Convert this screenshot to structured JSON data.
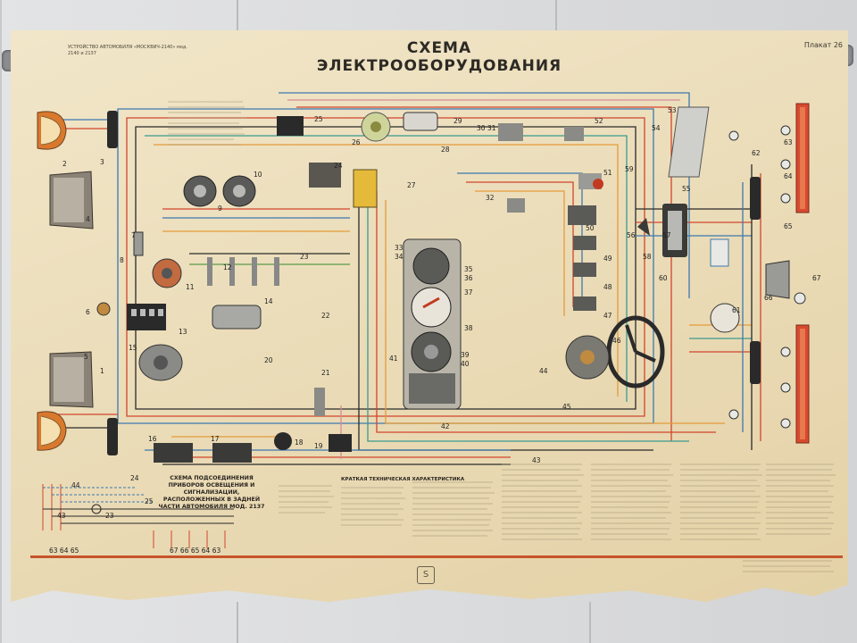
{
  "poster": {
    "title": "СХЕМА ЭЛЕКТРООБОРУДОВАНИЯ",
    "plakat": "Плакат 26",
    "header_left": "УСТРОЙСТВО АВТОМОБИЛЯ «МОСКВИЧ-2140» мод. 2140 и 2137",
    "subtitle": "СХЕМА ПОДСОЕДИНЕНИЯ ПРИБОРОВ ОСВЕЩЕНИЯ И СИГНАЛИЗАЦИИ, РАСПОЛОЖЕННЫХ В ЗАДНЕЙ ЧАСТИ АВТОМОБИЛЯ мод. 2137",
    "tech_title": "КРАТКАЯ ТЕХНИЧЕСКАЯ ХАРАКТЕРИСТИКА",
    "sub_nums_left": "63 64 65",
    "sub_nums_right": "67      66   65 64 63"
  },
  "component_numbers": {
    "n1": "1",
    "n2": "2",
    "n3": "3",
    "n4": "4",
    "n5": "5",
    "n6": "6",
    "n7": "7",
    "n8": "8",
    "n9": "9",
    "n10": "10",
    "n11": "11",
    "n12": "12",
    "n13": "13",
    "n14": "14",
    "n15": "15",
    "n16": "16",
    "n17": "17",
    "n18": "18",
    "n19": "19",
    "n20": "20",
    "n21": "21",
    "n22": "22",
    "n23": "23",
    "n24": "24",
    "n25": "25",
    "n26": "26",
    "n27": "27",
    "n28": "28",
    "n29": "29",
    "n30": "30",
    "n31": "31",
    "n32": "32",
    "n33": "33",
    "n34": "34",
    "n35": "35",
    "n36": "36",
    "n37": "37",
    "n38": "38",
    "n39": "39",
    "n40": "40",
    "n41": "41",
    "n42": "42",
    "n43": "43",
    "n44": "44",
    "n45": "45",
    "n46": "46",
    "n47": "47",
    "n48": "48",
    "n49": "49",
    "n50": "50",
    "n51": "51",
    "n52": "52",
    "n53": "53",
    "n54": "54",
    "n55": "55",
    "n56": "56",
    "n57": "57",
    "n58": "58",
    "n59": "59",
    "n60": "60",
    "n61": "61",
    "n62": "62",
    "n63": "63",
    "n64": "64",
    "n65": "65",
    "n66": "66",
    "n67": "67"
  },
  "colors": {
    "wire_red": "#d2452c",
    "wire_orange": "#e59a3a",
    "wire_blue": "#3c78b0",
    "wire_teal": "#3a9a8e",
    "wire_black": "#2a2a2a",
    "wire_brown": "#8a5a30",
    "wire_green": "#5a9a48",
    "wire_pink": "#d88a9a",
    "lamp_red": "#d84a30",
    "paper": "#efe3c3"
  }
}
